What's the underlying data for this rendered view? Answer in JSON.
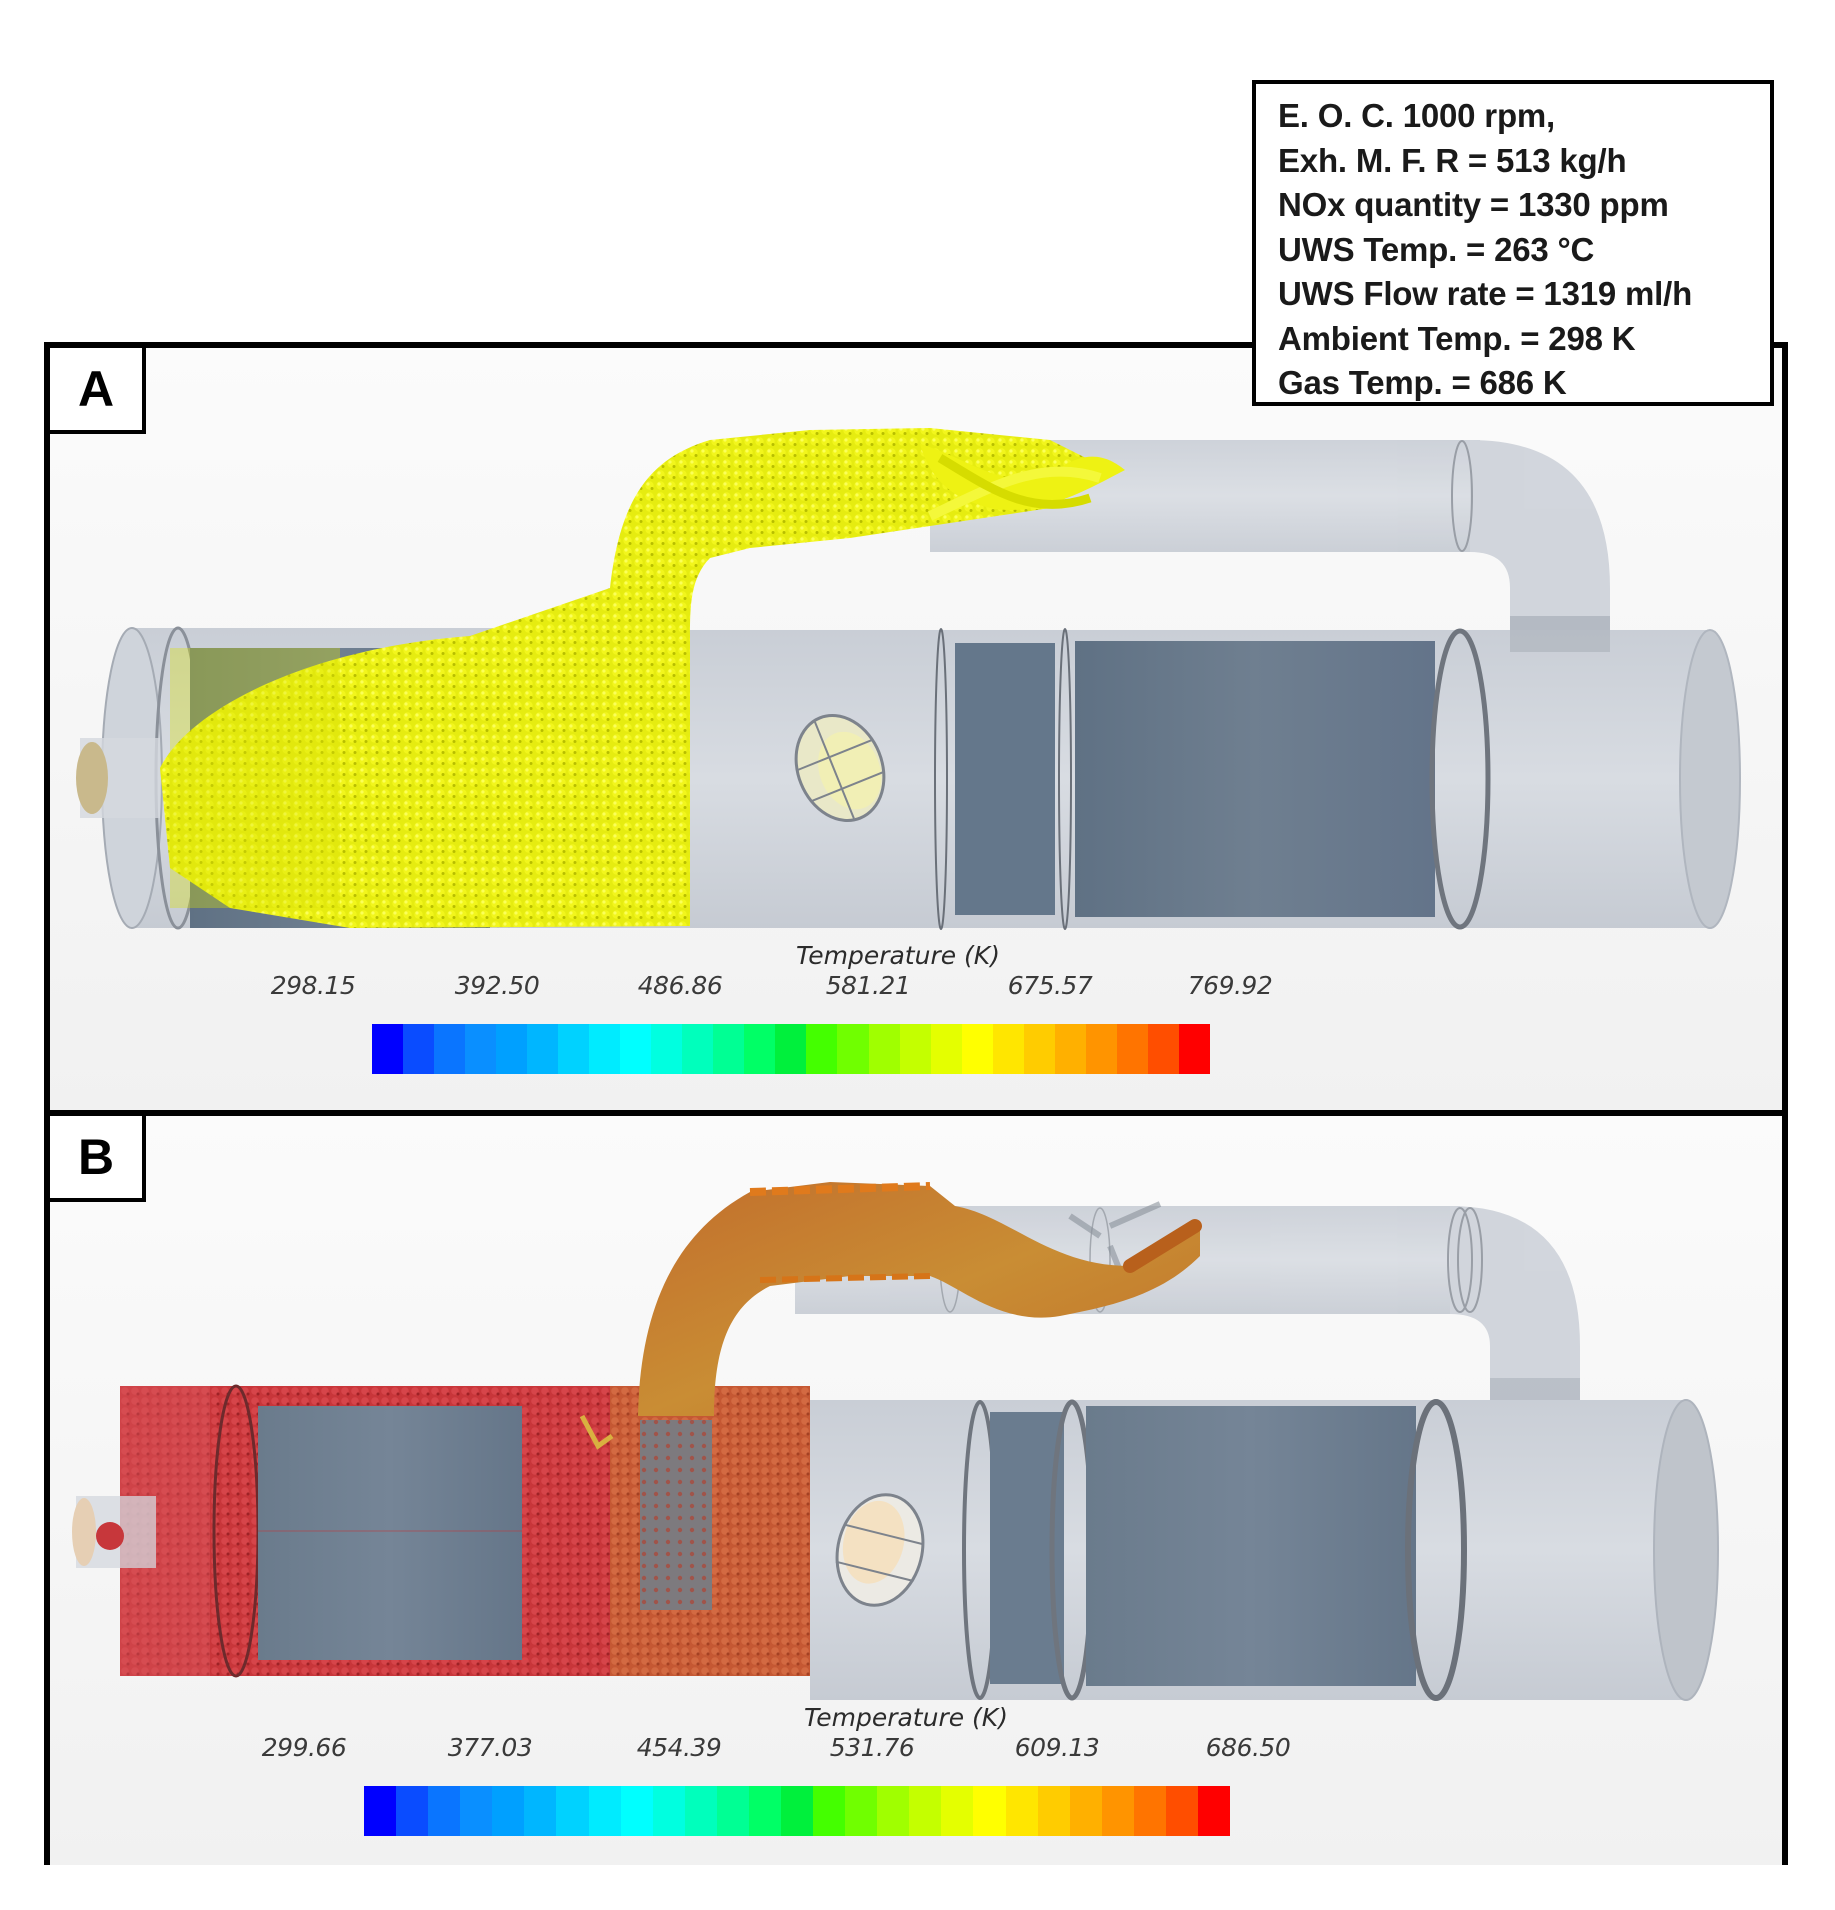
{
  "info_box": {
    "lines": [
      "E. O. C. 1000 rpm,",
      "Exh. M. F. R = 513 kg/h",
      "NOx quantity  = 1330 ppm",
      "UWS Temp. = 263 °C",
      "UWS Flow rate = 1319 ml/h",
      "Ambient  Temp. = 298 K",
      "Gas Temp. = 686 K"
    ]
  },
  "panels": [
    {
      "label": "A",
      "spray_color": "#e8ee08",
      "colorbar": {
        "title": "Temperature (K)",
        "ticks": [
          "298.15",
          "392.50",
          "486.86",
          "581.21",
          "675.57",
          "769.92"
        ],
        "min": 298.15,
        "max": 769.92
      }
    },
    {
      "label": "B",
      "spray_color": "#c8402c",
      "colorbar": {
        "title": "Temperature (K)",
        "ticks": [
          "299.66",
          "377.03",
          "454.39",
          "531.76",
          "609.13",
          "686.50"
        ],
        "min": 299.66,
        "max": 686.5
      }
    }
  ],
  "colormap": [
    "#0000ff",
    "#0a4cff",
    "#0a75ff",
    "#0a8fff",
    "#00a0ff",
    "#00b6ff",
    "#00d2ff",
    "#00ebff",
    "#00ffff",
    "#00ffe0",
    "#00ffbc",
    "#00ff94",
    "#00ff66",
    "#00f03c",
    "#44ff00",
    "#70ff00",
    "#a0ff00",
    "#c4ff00",
    "#e4ff00",
    "#ffff00",
    "#ffe600",
    "#ffcc00",
    "#ffb000",
    "#ff9400",
    "#ff7400",
    "#ff4e00",
    "#ff0000"
  ]
}
